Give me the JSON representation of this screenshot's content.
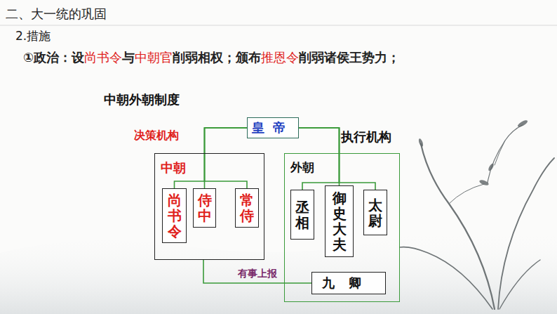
{
  "diagram": {
    "title": "二、大一统的巩固",
    "nodes": [
      {
        "text": [
          "皇帝"
        ]
      },
      {
        "text": [
          "决策机构",
          "中朝"
        ]
      },
      {
        "text": [
          "尚书令"
        ],
        "in": 1
      },
      {
        "text": [
          "侍中"
        ],
        "in": 1
      },
      {
        "text": [
          "常侍"
        ],
        "in": 1
      },
      {
        "text": [
          "执行机构",
          "外朝"
        ]
      },
      {
        "text": [
          "丞相"
        ],
        "in": 5
      },
      {
        "text": [
          "御史大夫"
        ],
        "in": 5
      },
      {
        "text": [
          "太尉"
        ],
        "in": 5
      },
      {
        "text": [
          "九卿"
        ],
        "in": 5
      }
    ],
    "edges": [
      {
        "from": 0,
        "to": 2,
        "arrow": "none"
      },
      {
        "from": 0,
        "to": 3,
        "arrow": "none"
      },
      {
        "from": 0,
        "to": 4,
        "arrow": "none"
      },
      {
        "from": 0,
        "to": 6,
        "arrow": "none"
      },
      {
        "from": 0,
        "to": 7,
        "arrow": "none"
      },
      {
        "from": 0,
        "to": 8,
        "arrow": "none"
      },
      {
        "from": 9,
        "to": 1,
        "label": "有事上报",
        "arrow": "none"
      }
    ],
    "labels": [
      "2.措施",
      "①政治：设",
      "尚书令",
      "与",
      "中朝官",
      "削弱相权；颁布",
      "推恩令",
      "削弱诸侯王势力；",
      "中朝外朝制度"
    ]
  }
}
